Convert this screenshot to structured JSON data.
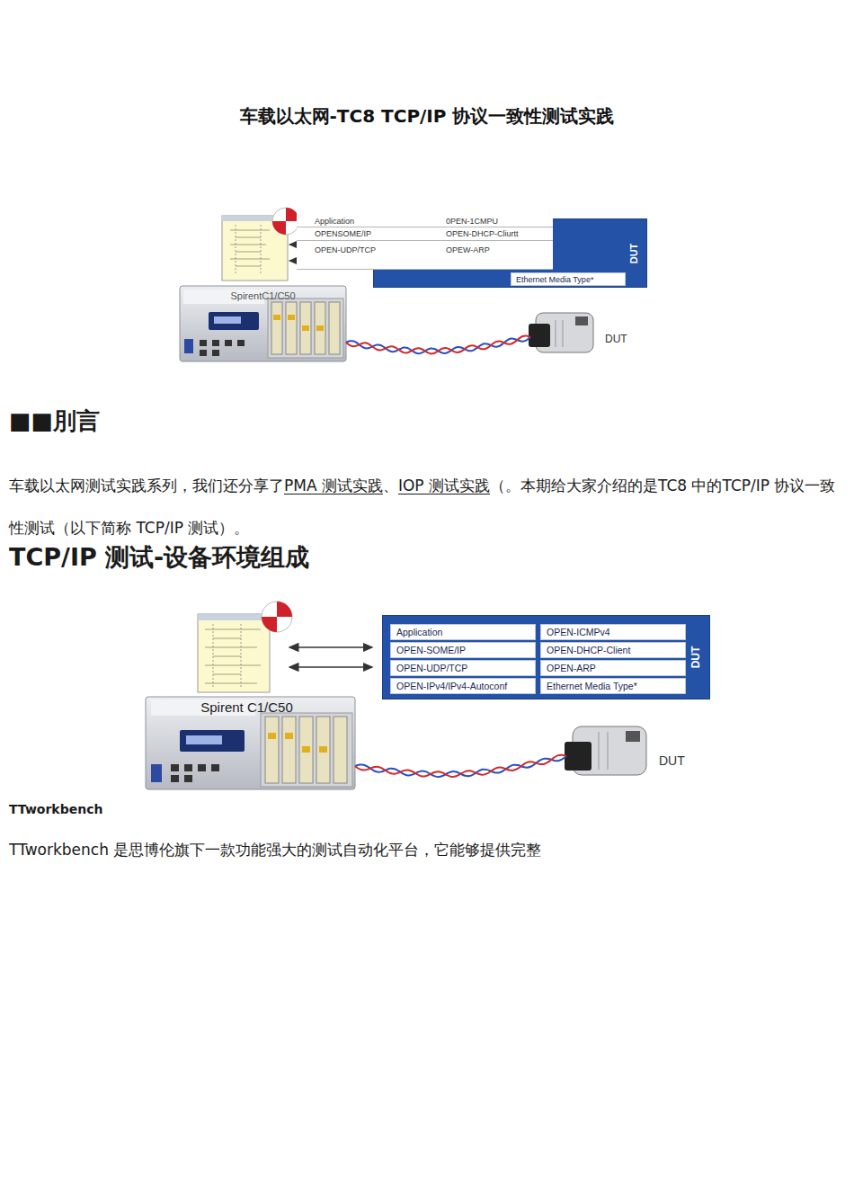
{
  "diagram": {
    "title": "车载以太网-TC8 TCP/IP 协议一致性测试实践",
    "nodes": [
      {
        "text": [
          "DUT"
        ]
      },
      {
        "text": [
          "Application"
        ]
      },
      {
        "text": [
          "0PEN-1CMPU"
        ]
      },
      {
        "text": [
          "OPENSOME/IP"
        ]
      },
      {
        "text": [
          "OPEN-DHCP-Cliurtt"
        ]
      },
      {
        "text": [
          "OPEN-UDP/TCP"
        ]
      },
      {
        "text": [
          "OPEW-ARP"
        ]
      },
      {
        "text": [
          "Ethernet Media Type*"
        ],
        "in": 0
      },
      {
        "text": [
          "SpirentC1/C50"
        ]
      },
      {
        "text": [
          "DUT"
        ]
      },
      {
        "text": [
          "DUT"
        ]
      },
      {
        "text": [
          "Application"
        ],
        "in": 10
      },
      {
        "text": [
          "OPEN-ICMPv4"
        ],
        "in": 10
      },
      {
        "text": [
          "OPEN-SOME/IP"
        ],
        "in": 10
      },
      {
        "text": [
          "OPEN-DHCP-Client"
        ],
        "in": 10
      },
      {
        "text": [
          "OPEN-UDP/TCP"
        ],
        "in": 10
      },
      {
        "text": [
          "OPEN-ARP"
        ],
        "in": 10
      },
      {
        "text": [
          "OPEN-IPv4/IPv4-Autoconf"
        ],
        "in": 10
      },
      {
        "text": [
          "Ethernet Media Type*"
        ],
        "in": 10
      },
      {
        "text": [
          "Spirent C1/C50"
        ]
      },
      {
        "text": [
          "DUT"
        ]
      }
    ],
    "edges": [
      {
        "from": 8,
        "to": 9,
        "arrow": "none"
      },
      {
        "from": 19,
        "to": 20,
        "arrow": "none"
      }
    ],
    "labels": [
      "■■刖言",
      "车载以太网测试实践系列，我们还分享了",
      "PMA 测试实践",
      "、",
      "IOP 测试实践",
      "（。本期给大家介绍的是TC8 中的TCP/IP 协议一致性测试（以下简称 TCP/IP 测试）。",
      "TCP/IP 测试-设备环境组成",
      "TTworkbench",
      "TTworkbench 是思博伦旗下一款功能强大的测试自动化平台，它能够提供完整"
    ]
  }
}
